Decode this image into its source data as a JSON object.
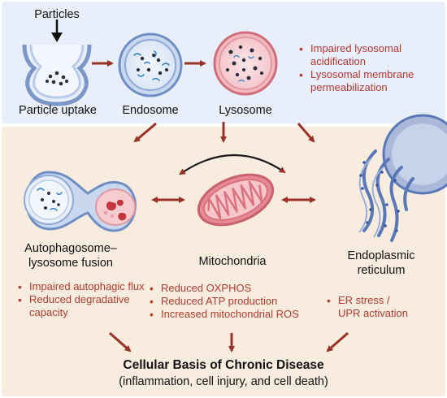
{
  "colors": {
    "top_panel": "#e9eefb",
    "bottom_panel": "#f8ecdf",
    "arrow": "#9b3228",
    "bullet_text": "#b23a2e",
    "membrane": "#6f8fc4",
    "mito": "#e58a93",
    "er": "#5a78b8"
  },
  "top": {
    "particles_label": "Particles",
    "uptake_label": "Particle uptake",
    "endosome_label": "Endosome",
    "lysosome_label": "Lysosome",
    "lysosome_effects": [
      "Impaired lysosomal acidification",
      "Lysosomal membrane permeabilization"
    ]
  },
  "organelles": {
    "autophagosome_label": "Autophagosome–\nlysosome fusion",
    "mitochondria_label": "Mitochondria",
    "er_label": "Endoplasmic\nreticulum"
  },
  "effects": {
    "autophagy": [
      "Impaired autophagic flux",
      "Reduced degradative capacity"
    ],
    "mitochondria": [
      "Reduced OXPHOS",
      "Reduced ATP production",
      "Increased mitochondrial ROS"
    ],
    "er": [
      "ER stress / UPR activation"
    ]
  },
  "outcome": {
    "title": "Cellular Basis of Chronic Disease",
    "subtitle": "(inflammation, cell injury, and cell death)"
  }
}
